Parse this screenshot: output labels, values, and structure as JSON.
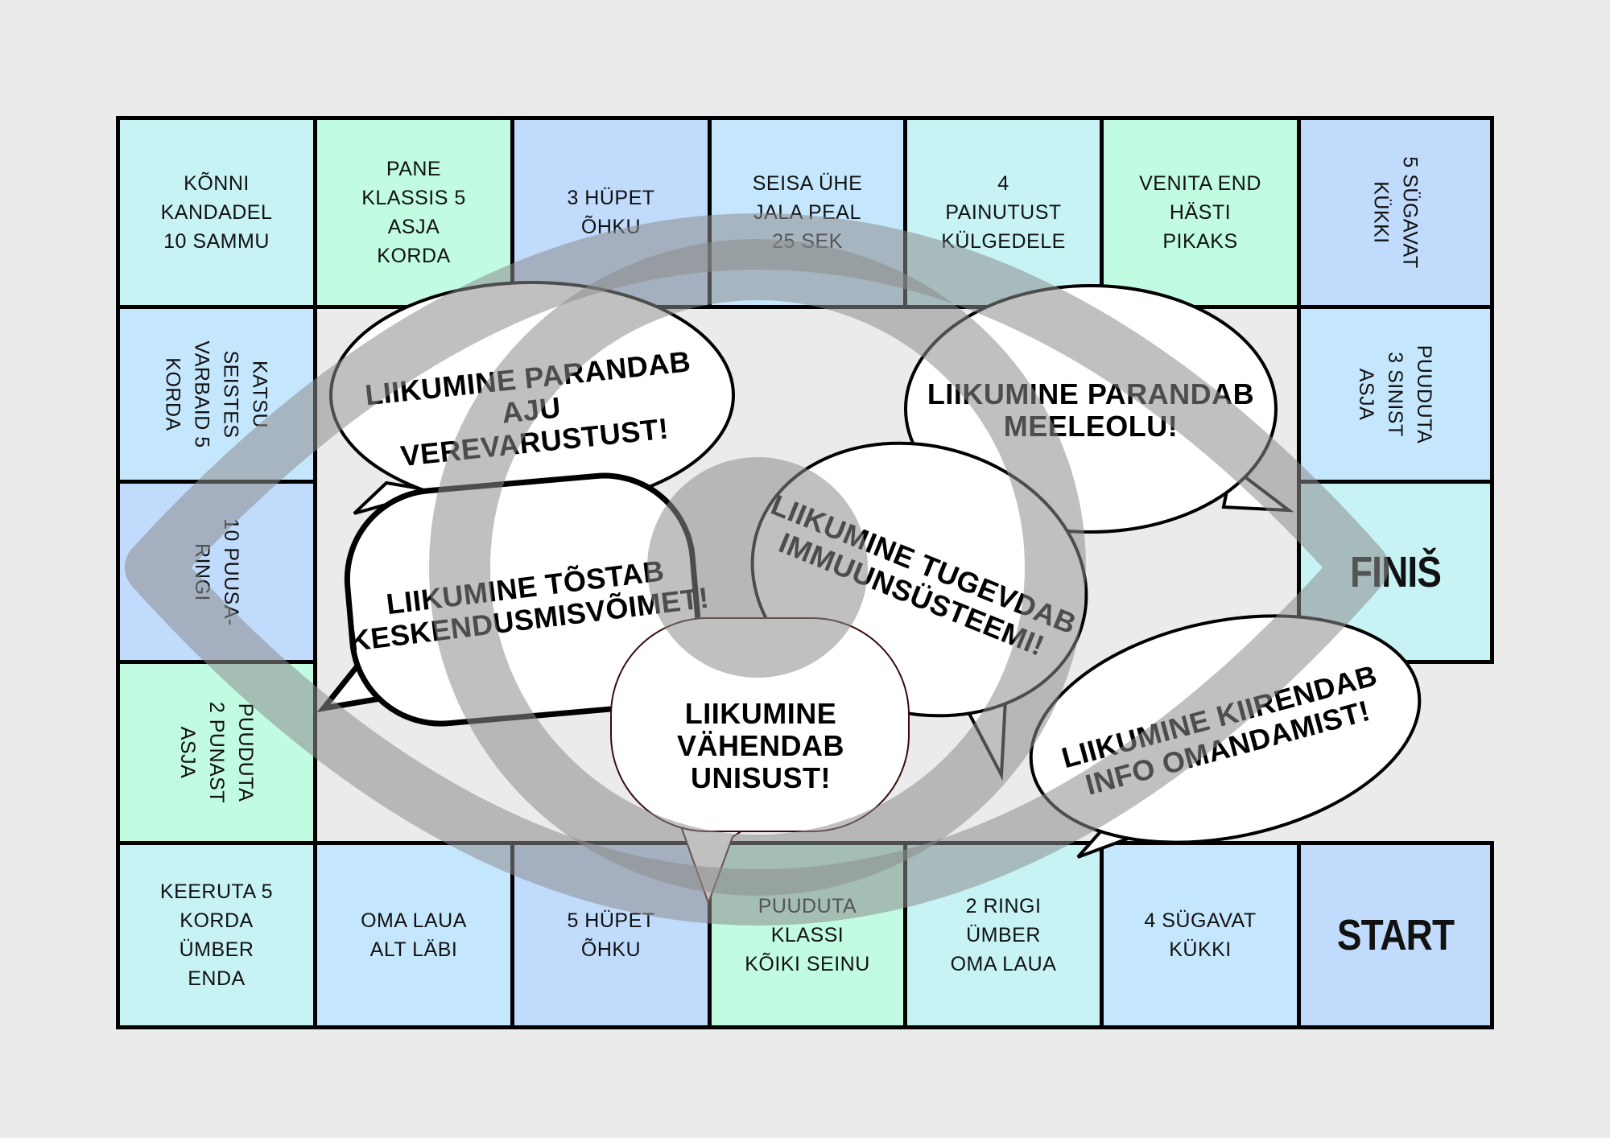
{
  "board": {
    "top_row": [
      {
        "label": "KÕNNI\nKANDADEL\n10 SAMMU",
        "color": "#c7f3f5"
      },
      {
        "label": "PANE\nKLASSIS 5\nASJA\nKORDA",
        "color": "#c1fbe2"
      },
      {
        "label": "3 HÜPET\nÕHKU",
        "color": "#c1dbfd"
      },
      {
        "label": "SEISA ÜHE\nJALA PEAL\n25 SEK",
        "color": "#c5e7fd"
      },
      {
        "label": "4\nPAINUTUST\nKÜLGEDELE",
        "color": "#c7f3f5"
      },
      {
        "label": "VENITA END\nHÄSTI\nPIKAKS",
        "color": "#c1fbe2"
      },
      {
        "label": "5 SÜGAVAT\nKÜKKI",
        "color": "#c1dbfd"
      }
    ],
    "left_column": [
      {
        "label": "KATSU\nSEISTES\nVARBAID 5\nKORDA",
        "color": "#c5e7fd"
      },
      {
        "label": "10 PUUSA-\nRINGI",
        "color": "#c1dbfd"
      },
      {
        "label": "PUUDUTA\n2 PUNAST\nASJA",
        "color": "#c1fbe2"
      }
    ],
    "right_column": [
      {
        "label": "PUUDUTA\n3 SINIST\nASJA",
        "color": "#c5e7fd"
      },
      {
        "label": "FINIŠ",
        "color": "#c7f3f5"
      }
    ],
    "bottom_row": [
      {
        "label": "KEERUTA 5\nKORDA\nÜMBER\nENDA",
        "color": "#c7f3f5"
      },
      {
        "label": "OMA LAUA\nALT LÄBI",
        "color": "#c5e7fd"
      },
      {
        "label": "5 HÜPET\nÕHKU",
        "color": "#c1dbfd"
      },
      {
        "label": "PUUDUTA\nKLASSI\nKÕIKI SEINU",
        "color": "#c1fbe2"
      },
      {
        "label": "2 RINGI\nÜMBER\nOMA LAUA",
        "color": "#c7f3f5"
      },
      {
        "label": "4 SÜGAVAT\nKÜKKI",
        "color": "#c5e7fd"
      },
      {
        "label": "START",
        "color": "#c1dbfd"
      }
    ]
  },
  "bubbles": [
    "LIIKUMINE PARANDAB AJU\nVEREVARUSTUST!",
    "LIIKUMINE TÕSTAB\nKESKENDUSMISVÕIMET!",
    "LIIKUMINE TUGEVDAB\nIMMUUNSÜSTEEMI!",
    "LIIKUMINE PARANDAB\nMEELEOLU!",
    "LIIKUMINE VÄHENDAB\nUNISUST!",
    "LIIKUMINE KIIRENDAB\nINFO OMANDAMIST!"
  ],
  "watermark_icon": "eye-icon"
}
